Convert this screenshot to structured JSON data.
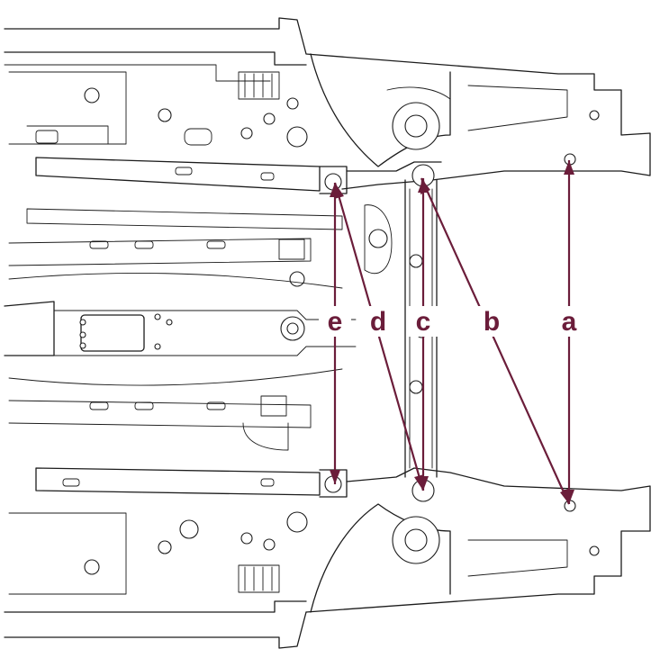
{
  "diagram": {
    "accent_color": "#6b1d3a",
    "labels": {
      "a": "a",
      "b": "b",
      "c": "c",
      "d": "d",
      "e": "e"
    }
  }
}
